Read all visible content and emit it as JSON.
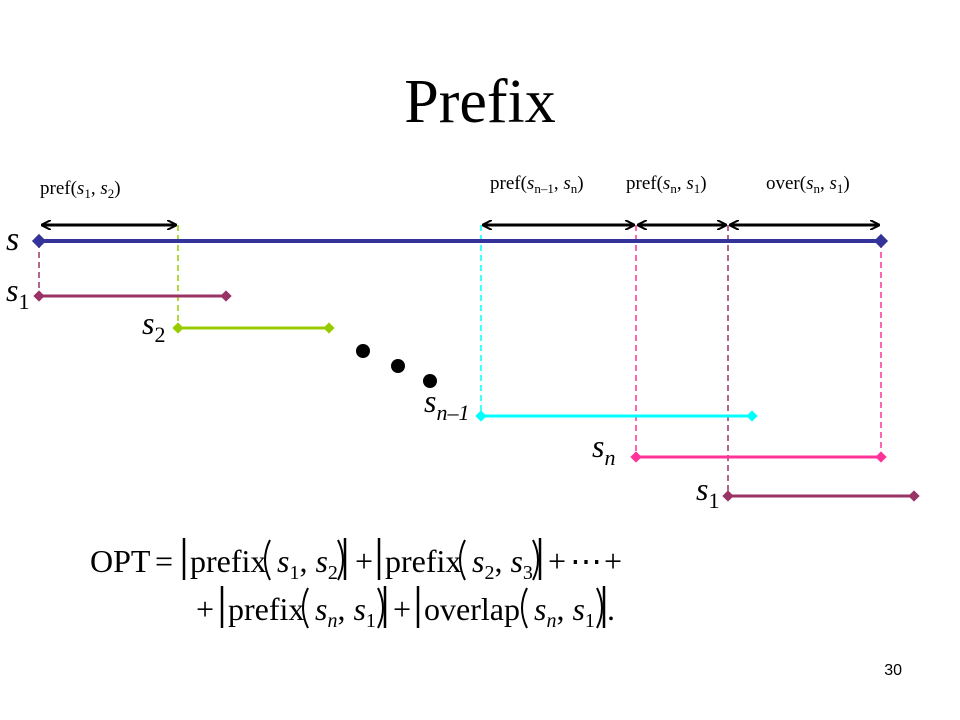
{
  "slide": {
    "title": "Prefix",
    "page_number": "30"
  },
  "colors": {
    "s": "#333399",
    "s1": "#993366",
    "s2": "#99cc00",
    "sn_minus_1": "#00ffff",
    "sn": "#ff3399",
    "arrow": "#000000"
  },
  "brackets": [
    {
      "label": "pref",
      "args": [
        {
          "base": "s",
          "sub": "1"
        },
        {
          "base": "s",
          "sub": "2"
        }
      ]
    },
    {
      "label": "pref",
      "args": [
        {
          "base": "s",
          "sub": "n–1"
        },
        {
          "base": "s",
          "sub": "n"
        }
      ]
    },
    {
      "label": "pref",
      "args": [
        {
          "base": "s",
          "sub": "n"
        },
        {
          "base": "s",
          "sub": "1"
        }
      ]
    },
    {
      "label": "over",
      "args": [
        {
          "base": "s",
          "sub": "n"
        },
        {
          "base": "s",
          "sub": "1"
        }
      ]
    }
  ],
  "strings": [
    {
      "id": "s",
      "base": "s",
      "sub": ""
    },
    {
      "id": "s1",
      "base": "s",
      "sub": "1"
    },
    {
      "id": "s2",
      "base": "s",
      "sub": "2"
    },
    {
      "id": "sn1",
      "base": "s",
      "sub": "n–1"
    },
    {
      "id": "sn",
      "base": "s",
      "sub": "n"
    },
    {
      "id": "s1b",
      "base": "s",
      "sub": "1"
    }
  ],
  "formula": {
    "lhs": "OPT",
    "eq": "=",
    "plus": "+",
    "ellipsis": "⋯",
    "prefix_fn": "prefix",
    "overlap_fn": "overlap",
    "period": ".",
    "terms_line1": [
      {
        "fn": "prefix",
        "a": {
          "base": "s",
          "sub": "1"
        },
        "b": {
          "base": "s",
          "sub": "2"
        }
      },
      {
        "fn": "prefix",
        "a": {
          "base": "s",
          "sub": "2"
        },
        "b": {
          "base": "s",
          "sub": "3"
        }
      }
    ],
    "terms_line2": [
      {
        "fn": "prefix",
        "a": {
          "base": "s",
          "sub": "n"
        },
        "b": {
          "base": "s",
          "sub": "1"
        }
      },
      {
        "fn": "overlap",
        "a": {
          "base": "s",
          "sub": "n"
        },
        "b": {
          "base": "s",
          "sub": "1"
        }
      }
    ]
  }
}
